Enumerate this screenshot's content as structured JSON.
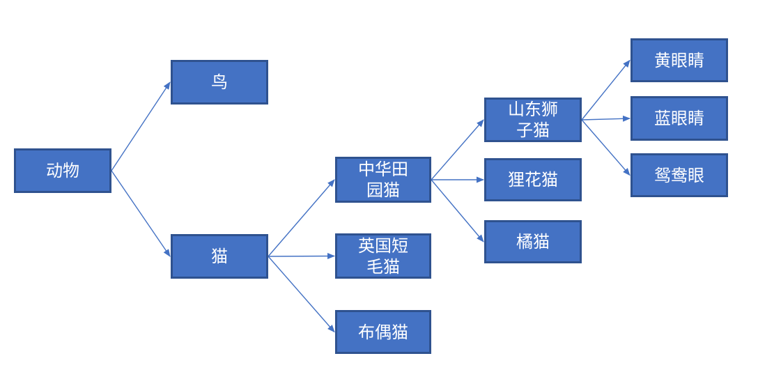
{
  "diagram": {
    "type": "tree",
    "direction": "left-to-right",
    "colors": {
      "node_fill": "#4472C4",
      "node_border": "#2F528F",
      "node_text": "#FFFFFF",
      "connector": "#4472C4",
      "background": "#FFFFFF"
    },
    "nodes": [
      {
        "id": "animal",
        "label": "动物"
      },
      {
        "id": "bird",
        "label": "鸟"
      },
      {
        "id": "cat",
        "label": "猫"
      },
      {
        "id": "chinese-pastoral",
        "label": "中华田\n园猫"
      },
      {
        "id": "british-shorthair",
        "label": "英国短\n毛猫"
      },
      {
        "id": "ragdoll",
        "label": "布偶猫"
      },
      {
        "id": "shandong-lion",
        "label": "山东狮\n子猫"
      },
      {
        "id": "tabby",
        "label": "狸花猫"
      },
      {
        "id": "orange",
        "label": "橘猫"
      },
      {
        "id": "yellow-eyes",
        "label": "黄眼睛"
      },
      {
        "id": "blue-eyes",
        "label": "蓝眼睛"
      },
      {
        "id": "odd-eyes",
        "label": "鸳鸯眼"
      }
    ],
    "edges": [
      {
        "from": "animal",
        "to": "bird"
      },
      {
        "from": "animal",
        "to": "cat"
      },
      {
        "from": "cat",
        "to": "chinese-pastoral"
      },
      {
        "from": "cat",
        "to": "british-shorthair"
      },
      {
        "from": "cat",
        "to": "ragdoll"
      },
      {
        "from": "chinese-pastoral",
        "to": "shandong-lion"
      },
      {
        "from": "chinese-pastoral",
        "to": "tabby"
      },
      {
        "from": "chinese-pastoral",
        "to": "orange"
      },
      {
        "from": "shandong-lion",
        "to": "yellow-eyes"
      },
      {
        "from": "shandong-lion",
        "to": "blue-eyes"
      },
      {
        "from": "shandong-lion",
        "to": "odd-eyes"
      }
    ]
  }
}
